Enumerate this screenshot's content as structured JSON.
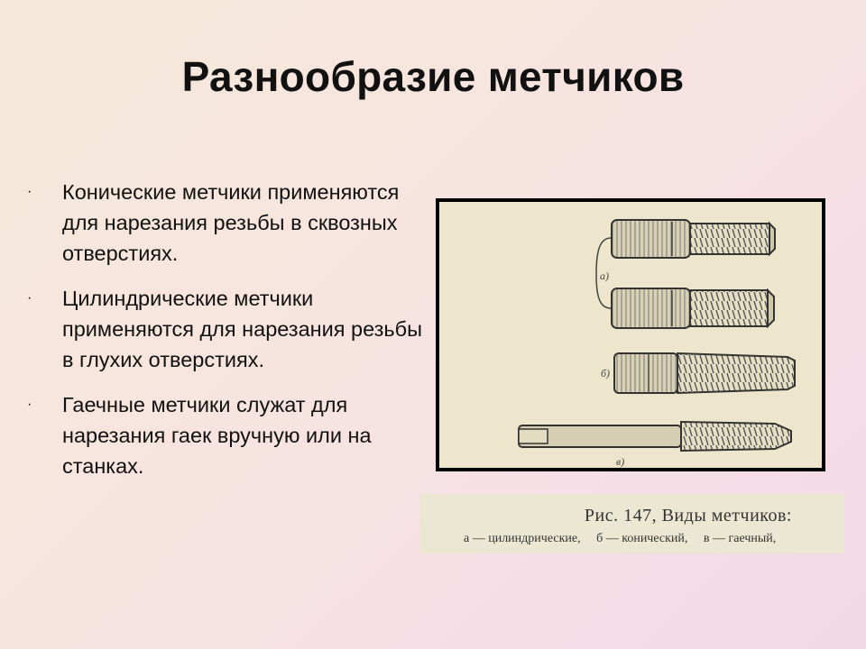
{
  "slide": {
    "title": "Разнообразие метчиков",
    "bullets": [
      "Конические метчики применяются для нарезания резьбы в сквозных отверстиях.",
      "Цилиндрические метчики применяются для нарезания резьбы в глухих отверстиях.",
      "Гаечные метчики служат для нарезания гаек вручную или на станках."
    ],
    "bullet_marker": "·"
  },
  "figure": {
    "labels": [
      "а)",
      "б)",
      "в)"
    ],
    "caption_title": "Рис. 147, Виды метчиков:",
    "caption_items": [
      "а — цилиндрические,",
      "б — конический,",
      "в — гаечный,"
    ]
  }
}
